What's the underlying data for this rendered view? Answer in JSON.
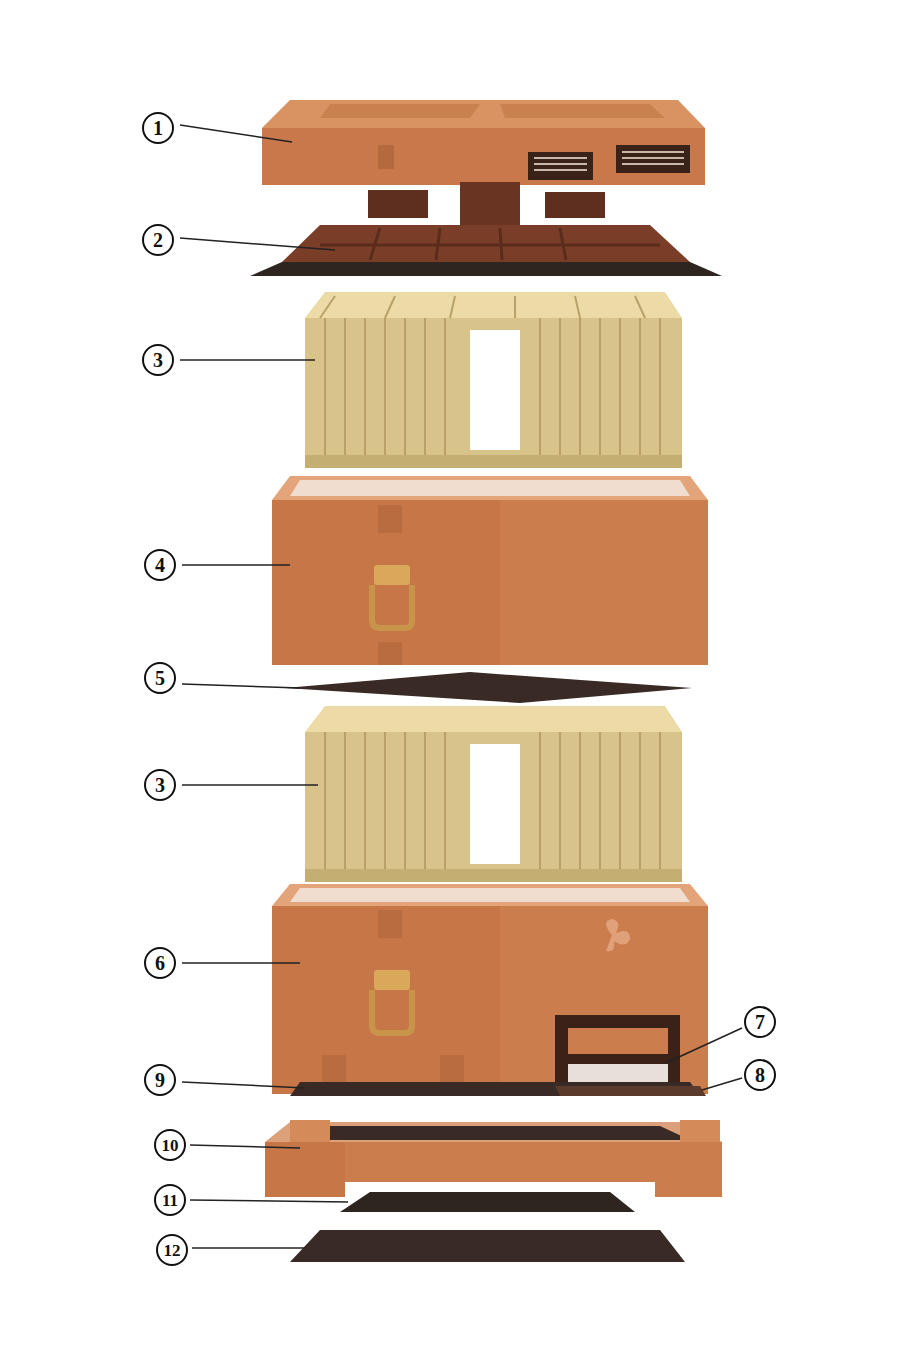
{
  "diagram": {
    "labels": [
      "1",
      "2",
      "3",
      "4",
      "5",
      "3",
      "6",
      "7",
      "9",
      "8",
      "10",
      "11",
      "12"
    ]
  }
}
